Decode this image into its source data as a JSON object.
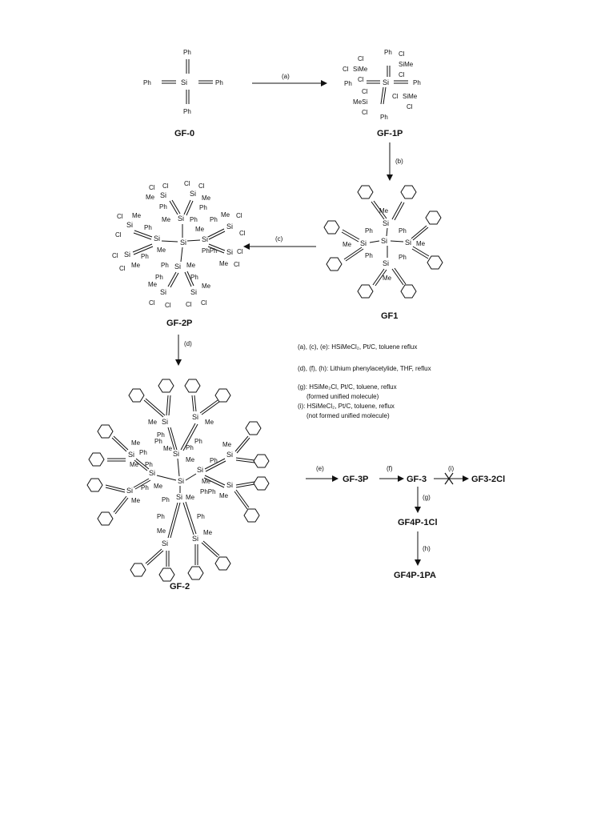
{
  "atoms": {
    "ph": "Ph",
    "si": "Si",
    "me": "Me",
    "cl": "Cl",
    "sime": "SiMe",
    "mesi": "MeSi",
    "phph": "PhPh"
  },
  "compounds": {
    "gf0": "GF-0",
    "gf1p": "GF-1P",
    "gf1": "GF1",
    "gf2p": "GF-2P",
    "gf2": "GF-2",
    "gf3p": "GF-3P",
    "gf3": "GF-3",
    "gf32cl": "GF3-2Cl",
    "gf4p1cl": "GF4P-1Cl",
    "gf4p1pa": "GF4P-1PA"
  },
  "steps": {
    "a": "(a)",
    "b": "(b)",
    "c": "(c)",
    "d": "(d)",
    "e": "(e)",
    "f": "(f)",
    "g": "(g)",
    "h": "(h)",
    "i": "(i)"
  },
  "legend": {
    "line1": "(a), (c), (e): HSiMeCl₂, Pt/C, toluene reflux",
    "line2": "(d), (f), (h): Lithium phenylacetylide, THF, reflux",
    "line3": "(g): HSiMe₂Cl, Pt/C, toluene, reflux",
    "line3b": "(formed unified molecule)",
    "line4": "(i): HSiMeCl₂, Pt/C, toluene, reflux",
    "line4b": "(not formed unified molecule)"
  }
}
